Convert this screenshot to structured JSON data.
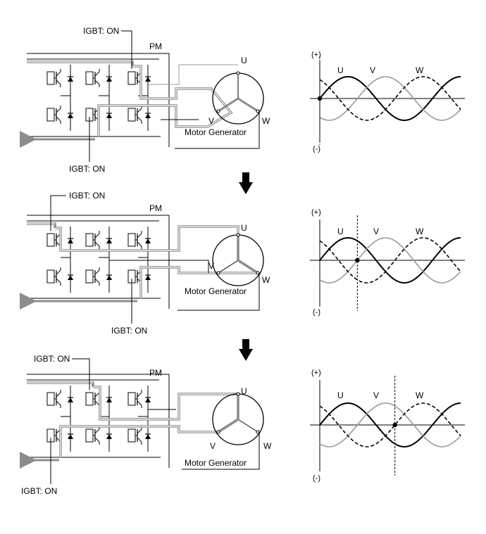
{
  "panels": [
    {
      "igbt_top_label": "IGBT: ON",
      "igbt_bottom_label": "IGBT: ON",
      "pm_label": "PM",
      "motor_label": "Motor Generator",
      "phase_labels": {
        "u": "U",
        "v": "V",
        "w": "W"
      },
      "graph": {
        "plus": "(+)",
        "minus": "(-)",
        "u": "U",
        "v": "V",
        "w": "W",
        "marker_phase_deg": 0
      },
      "on_switches": [
        "U-high",
        "V-low"
      ]
    },
    {
      "igbt_top_label": "IGBT: ON",
      "igbt_bottom_label": "IGBT: ON",
      "pm_label": "PM",
      "motor_label": "Motor Generator",
      "phase_labels": {
        "u": "U",
        "v": "V",
        "w": "W"
      },
      "graph": {
        "plus": "(+)",
        "minus": "(-)",
        "u": "U",
        "v": "V",
        "w": "W",
        "marker_phase_deg": 120
      },
      "on_switches": [
        "U-high",
        "W-low"
      ]
    },
    {
      "igbt_top_label": "IGBT: ON",
      "igbt_bottom_label": "IGBT: ON",
      "pm_label": "PM",
      "motor_label": "Motor Generator",
      "phase_labels": {
        "u": "U",
        "v": "V",
        "w": "W"
      },
      "graph": {
        "plus": "(+)",
        "minus": "(-)",
        "u": "U",
        "v": "V",
        "w": "W",
        "marker_phase_deg": 240
      },
      "on_switches": [
        "V-high",
        "U-low"
      ]
    }
  ],
  "colors": {
    "line": "#000000",
    "current_path": "#8c8c8c",
    "igbt_on_fill": "#7a7a7a",
    "phase_v": "#9a9a9a"
  }
}
